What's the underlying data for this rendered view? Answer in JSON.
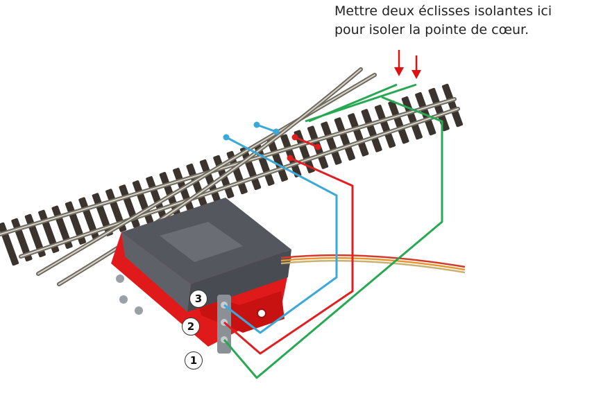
{
  "annotation": {
    "line1": "Mettre deux éclisses isolantes ici",
    "line2": "pour isoler la pointe de cœur."
  },
  "terminals": [
    {
      "label": "3",
      "wire_color": "#3aa9d8"
    },
    {
      "label": "2",
      "wire_color": "#e02020"
    },
    {
      "label": "1",
      "wire_color": "#27a853"
    }
  ],
  "arrow_color": "#e01010"
}
